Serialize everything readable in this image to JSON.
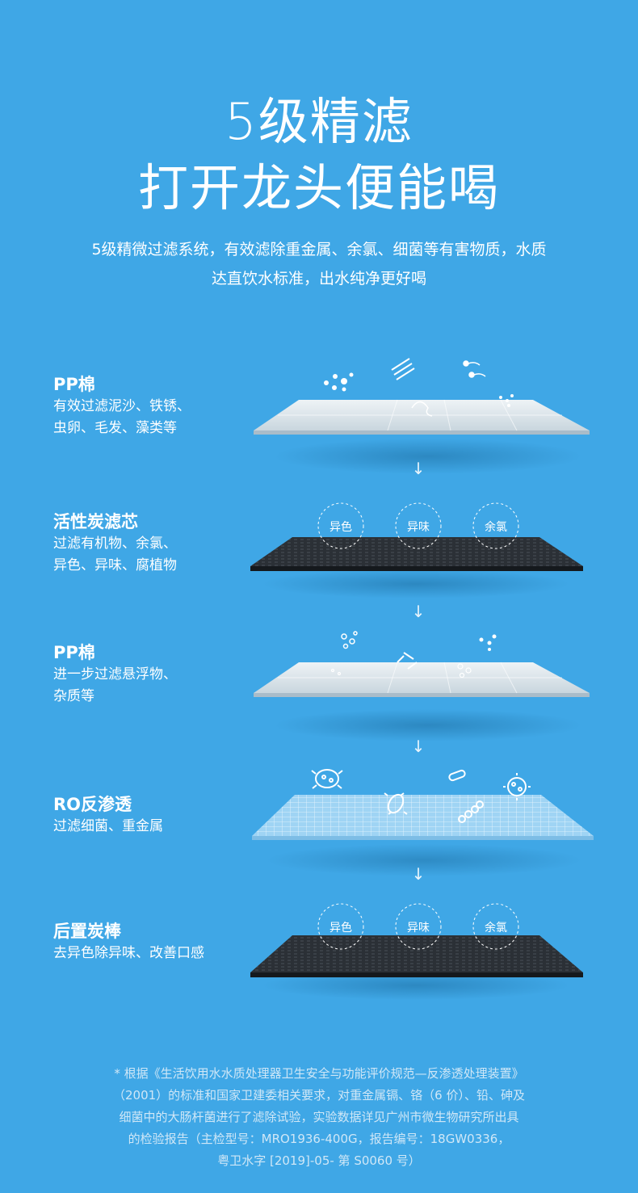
{
  "header": {
    "title_line1": "5级精滤",
    "title_line2": "打开龙头便能喝",
    "subtitle_line1": "5级精微过滤系统，有效滤除重金属、余氯、细菌等有害物质，水质",
    "subtitle_line2": "达直饮水标准，出水纯净更好喝"
  },
  "stages": [
    {
      "name": "PP棉",
      "desc": "有效过滤泥沙、铁锈、\n虫卵、毛发、藻类等"
    },
    {
      "name": "活性炭滤芯",
      "desc": "过滤有机物、余氯、\n异色、异味、腐植物",
      "circles": [
        "异色",
        "异味",
        "余氯"
      ]
    },
    {
      "name": "PP棉",
      "desc": "进一步过滤悬浮物、\n杂质等"
    },
    {
      "name": "RO反渗透",
      "desc": "过滤细菌、重金属"
    },
    {
      "name": "后置炭棒",
      "desc": "去异色除异味、改善口感",
      "circles": [
        "异色",
        "异味",
        "余氯"
      ]
    }
  ],
  "arrow_glyph": "↓",
  "footnote": [
    "* 根据《生活饮用水水质处理器卫生安全与功能评价规范—反渗透处理装置》",
    "（2001）的标准和国家卫建委相关要求，对重金属镉、铬（6 价）、铅、砷及",
    "细菌中的大肠杆菌进行了滤除试验，实验数据详见广州市微生物研究所出具",
    "的检验报告（主检型号：MRO1936-400G，报告编号：18GW0336，",
    "粤卫水字 [2019]-05- 第 S0060 号）"
  ],
  "colors": {
    "background": "#3fa7e6",
    "text": "#ffffff",
    "cotton_plate": "#dfe8ee",
    "carbon_plate": "#2b3036",
    "ro_plate": "#9fd4f4"
  }
}
